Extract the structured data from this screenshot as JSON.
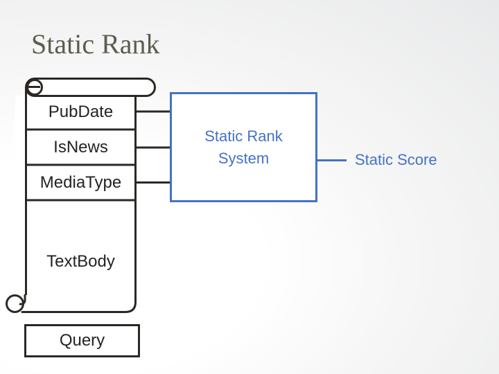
{
  "slide": {
    "title": "Static Rank",
    "document_scroll": {
      "fields": [
        {
          "label": "PubDate"
        },
        {
          "label": "IsNews"
        },
        {
          "label": "MediaType"
        },
        {
          "label": "TextBody"
        }
      ]
    },
    "query": {
      "label": "Query"
    },
    "system_box": {
      "label": "Static Rank System"
    },
    "output": {
      "label": "Static Score"
    },
    "colors": {
      "accent_blue": "#4472C4",
      "ink": "#2B2824",
      "title_text": "#5E5C50",
      "background_gray": "#E8E9EA"
    }
  }
}
